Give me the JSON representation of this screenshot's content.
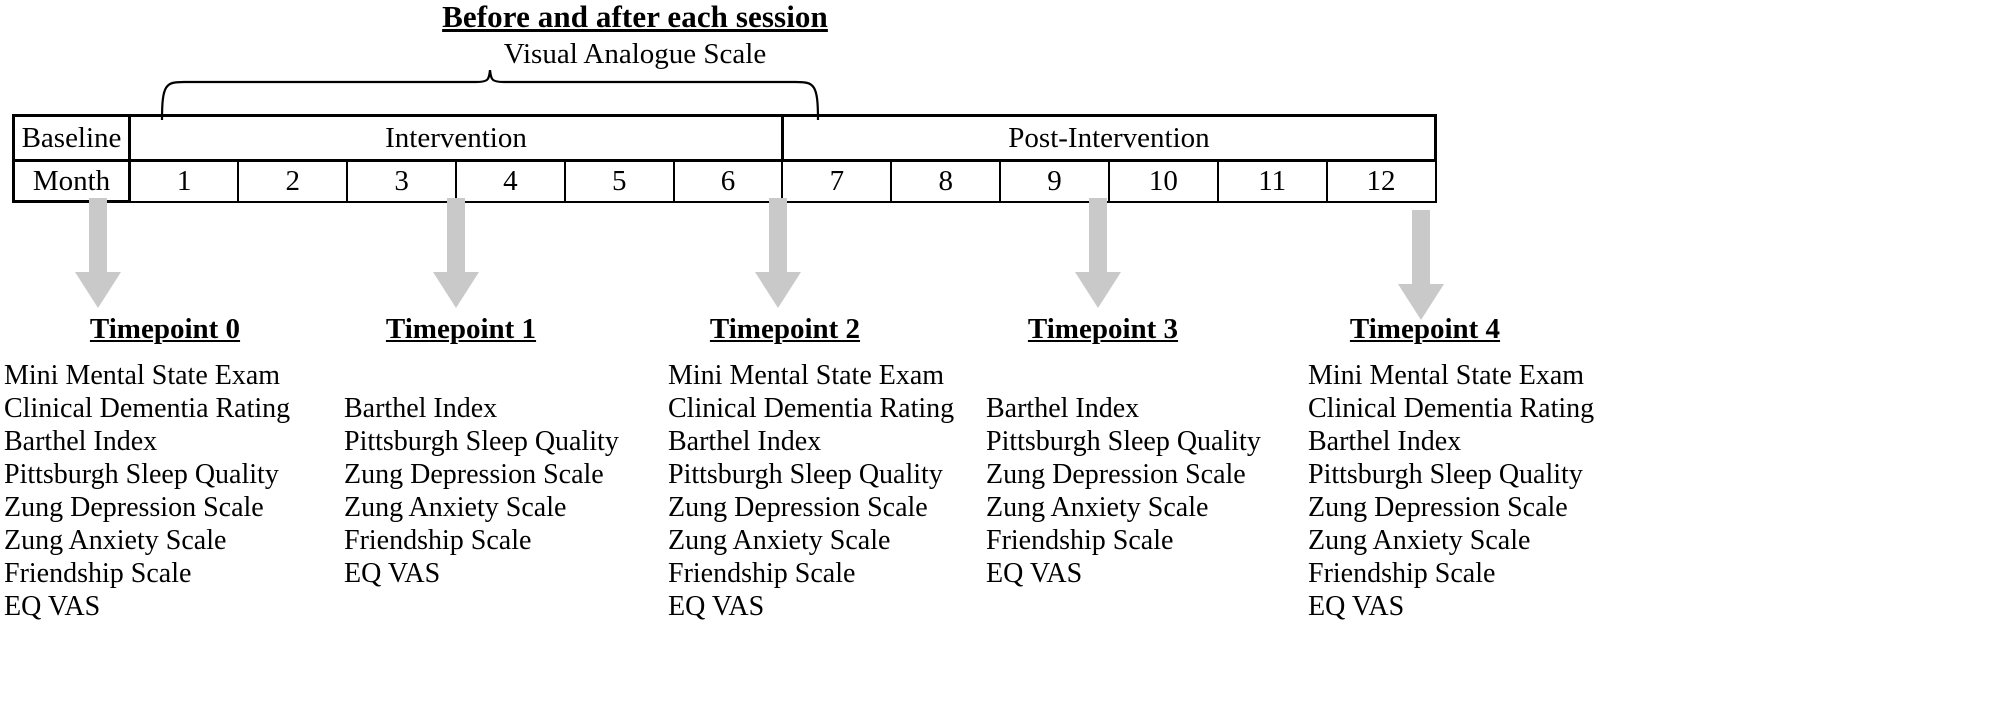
{
  "annotation": {
    "title": "Before and after each session",
    "subtitle": "Visual Analogue Scale"
  },
  "timeline": {
    "phase_row": [
      {
        "label": "Baseline",
        "span": 1
      },
      {
        "label": "Intervention",
        "span": 6
      },
      {
        "label": "Post-Intervention",
        "span": 6
      }
    ],
    "month_label": "Month",
    "months": [
      "1",
      "2",
      "3",
      "4",
      "5",
      "6",
      "7",
      "8",
      "9",
      "10",
      "11",
      "12"
    ]
  },
  "arrow_color": "#c9c9c9",
  "timepoints": [
    {
      "heading": "Timepoint 0",
      "assessments": [
        "Mini Mental State Exam",
        "Clinical Dementia Rating",
        "Barthel Index",
        "Pittsburgh Sleep Quality",
        "Zung Depression Scale",
        "Zung Anxiety Scale",
        "Friendship Scale",
        "EQ VAS"
      ]
    },
    {
      "heading": "Timepoint 1",
      "assessments": [
        "Barthel Index",
        "Pittsburgh Sleep Quality",
        "Zung Depression Scale",
        "Zung Anxiety Scale",
        "Friendship Scale",
        "EQ VAS"
      ]
    },
    {
      "heading": "Timepoint 2",
      "assessments": [
        "Mini Mental State Exam",
        "Clinical Dementia Rating",
        "Barthel Index",
        "Pittsburgh Sleep Quality",
        "Zung Depression Scale",
        "Zung Anxiety Scale",
        "Friendship Scale",
        "EQ VAS"
      ]
    },
    {
      "heading": "Timepoint 3",
      "assessments": [
        "Barthel Index",
        "Pittsburgh Sleep Quality",
        "Zung Depression Scale",
        "Zung Anxiety Scale",
        "Friendship Scale",
        "EQ VAS"
      ]
    },
    {
      "heading": "Timepoint 4",
      "assessments": [
        "Mini Mental State Exam",
        "Clinical Dementia Rating",
        "Barthel Index",
        "Pittsburgh Sleep Quality",
        "Zung Depression Scale",
        "Zung Anxiety Scale",
        "Friendship Scale",
        "EQ VAS"
      ]
    }
  ]
}
